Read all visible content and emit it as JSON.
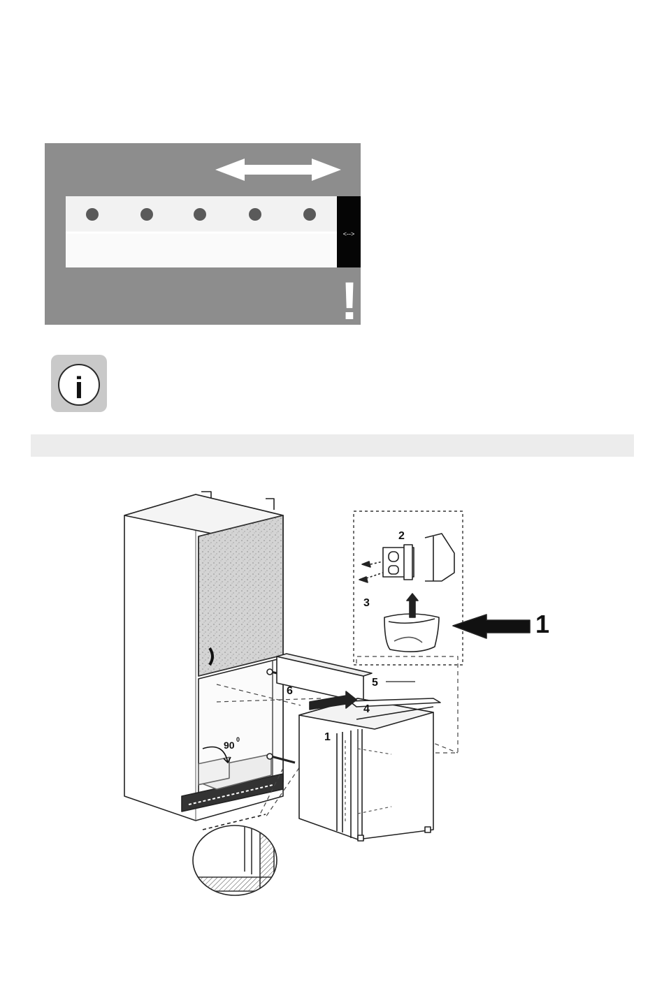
{
  "strip_figure": {
    "gap_marker": "<-->",
    "warning_symbol": "!",
    "arrow_icon": "double-arrow-icon"
  },
  "info_icon": {
    "glyph": "i",
    "icon": "info-icon"
  },
  "install_figure": {
    "callouts": {
      "c1": "1",
      "c2": "2",
      "c3": "3",
      "c4": "4",
      "c5": "5",
      "c6": "6",
      "big1": "1"
    },
    "angle_label": "90",
    "angle_degree": "0"
  },
  "colors": {
    "strip_background": "#8d8d8d",
    "strip_body": "#f2f2f2",
    "hole": "#5a5a5a",
    "info_tile": "#c9c9c9",
    "section_bar": "#ececec"
  }
}
